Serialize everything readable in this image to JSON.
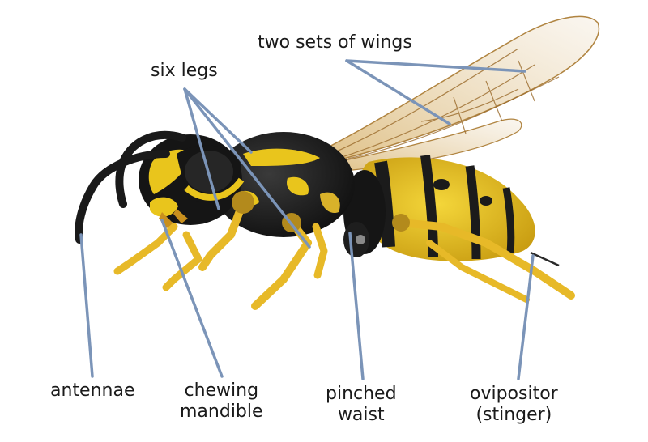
{
  "colors": {
    "pointer": "#7b94b8",
    "label_text": "#1a1a1a",
    "body_yellow": "#e9c51c",
    "body_black": "#1b1b1b",
    "leg_yellow": "#e7b928",
    "wing": "#e7d3ad",
    "wing_vein": "#9a6a2a",
    "background": "#ffffff"
  },
  "labels": {
    "two_sets_of_wings": "two sets of wings",
    "six_legs": "six legs",
    "antennae": "antennae",
    "chewing_mandible_line1": "chewing",
    "chewing_mandible_line2": "mandible",
    "pinched_waist_line1": "pinched",
    "pinched_waist_line2": "waist",
    "ovipositor_line1": "ovipositor",
    "ovipositor_line2": "(stinger)"
  }
}
